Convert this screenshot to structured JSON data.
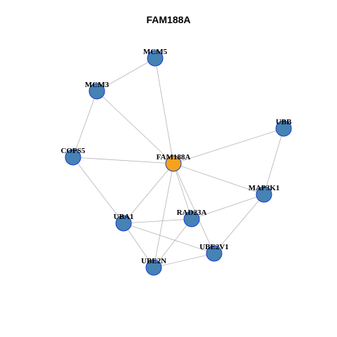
{
  "title": "FAM188A",
  "colors": {
    "center_node": "#f5a31a",
    "neighbor_node": "#4682b4",
    "node_border": "#1a3ccc",
    "edge": "#b3b3b3"
  },
  "nodes": [
    {
      "id": "FAM188A",
      "label": "FAM188A",
      "center": true
    },
    {
      "id": "MCM5",
      "label": "MCM5"
    },
    {
      "id": "MCM3",
      "label": "MCM3"
    },
    {
      "id": "UBB",
      "label": "UBB"
    },
    {
      "id": "COPS5",
      "label": "COPS5"
    },
    {
      "id": "MAP3K1",
      "label": "MAP3K1"
    },
    {
      "id": "RAD23A",
      "label": "RAD23A"
    },
    {
      "id": "UBA1",
      "label": "UBA1"
    },
    {
      "id": "UBE2V1",
      "label": "UBE2V1"
    },
    {
      "id": "UBE2N",
      "label": "UBE2N"
    }
  ],
  "edges": [
    [
      "MCM5",
      "MCM3"
    ],
    [
      "MCM5",
      "FAM188A"
    ],
    [
      "MCM3",
      "FAM188A"
    ],
    [
      "MCM3",
      "COPS5"
    ],
    [
      "COPS5",
      "FAM188A"
    ],
    [
      "COPS5",
      "UBA1"
    ],
    [
      "UBB",
      "FAM188A"
    ],
    [
      "UBB",
      "MAP3K1"
    ],
    [
      "FAM188A",
      "MAP3K1"
    ],
    [
      "FAM188A",
      "UBA1"
    ],
    [
      "FAM188A",
      "RAD23A"
    ],
    [
      "FAM188A",
      "UBE2V1"
    ],
    [
      "FAM188A",
      "UBE2N"
    ],
    [
      "MAP3K1",
      "RAD23A"
    ],
    [
      "MAP3K1",
      "UBE2V1"
    ],
    [
      "UBA1",
      "RAD23A"
    ],
    [
      "UBA1",
      "UBE2V1"
    ],
    [
      "UBA1",
      "UBE2N"
    ],
    [
      "RAD23A",
      "UBE2N"
    ],
    [
      "UBE2V1",
      "UBE2N"
    ]
  ]
}
